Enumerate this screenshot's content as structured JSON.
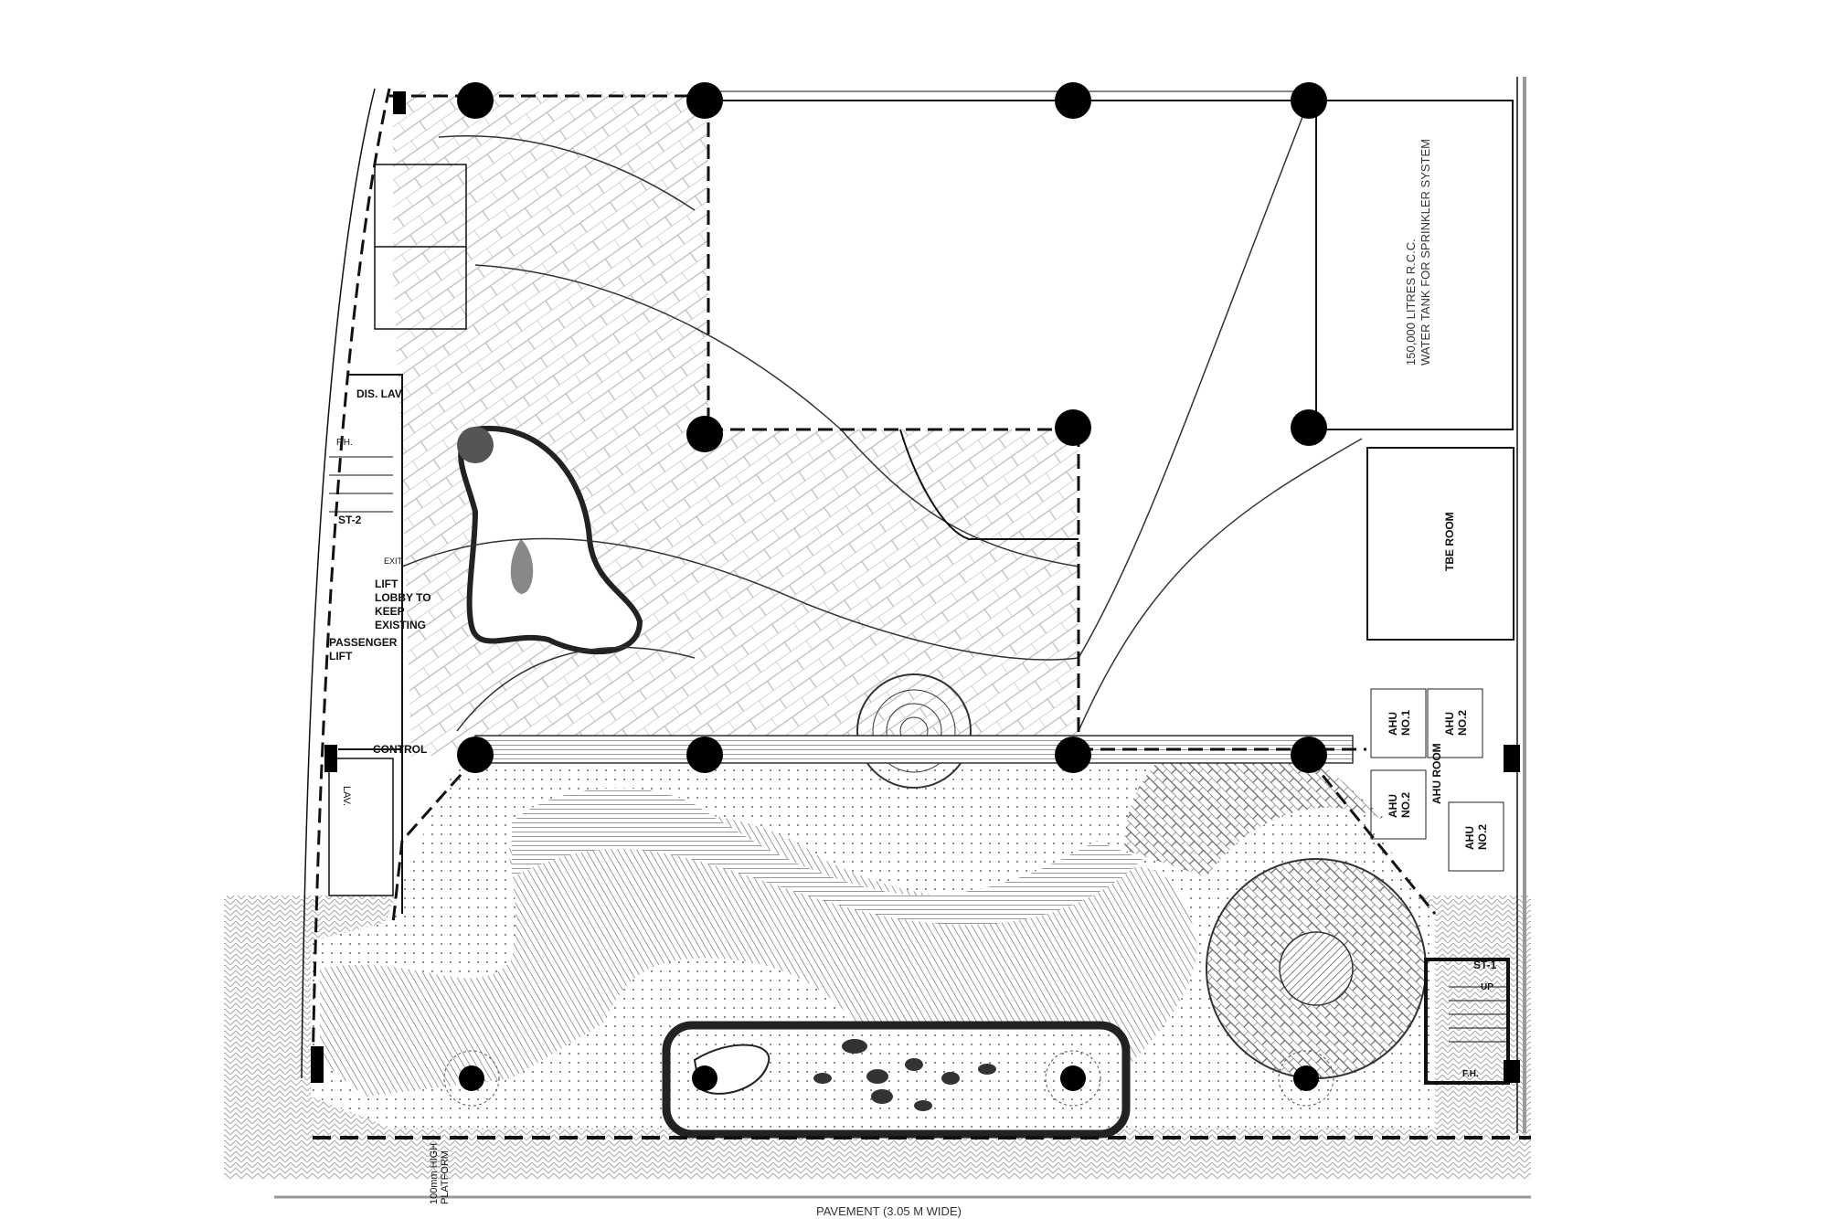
{
  "labels": {
    "dis_lav": "DIS. LAV",
    "fh_left": "F.H.",
    "st2": "ST-2",
    "exit": "EXIT",
    "lift_lobby": [
      "LIFT",
      "LOBBY TO",
      "KEEP",
      "EXISTING"
    ],
    "passenger_lift": [
      "PASSENGER",
      "LIFT"
    ],
    "control": "CONTROL",
    "lav": "LAV.",
    "water_tank": [
      "150,000 LITRES R.C.C.",
      "WATER TANK FOR SPRINKLER SYSTEM"
    ],
    "tbe_room": "TBE ROOM",
    "ahu_room": "AHU ROOM",
    "ahu_units": [
      [
        "AHU",
        "NO.1"
      ],
      [
        "AHU",
        "NO.2"
      ],
      [
        "AHU",
        "NO.2"
      ],
      [
        "AHU",
        "NO.2"
      ]
    ],
    "st1": "ST-1",
    "up": "UP",
    "fh_right": "F.H.",
    "platform": [
      "100mm HIGH",
      "PLATFORM"
    ],
    "pavement": "PAVEMENT (3.05 M WIDE)"
  },
  "colors": {
    "line": "#111111",
    "hatch": "#9a9a9a",
    "column": "#000000",
    "fill_dark": "#555555"
  }
}
